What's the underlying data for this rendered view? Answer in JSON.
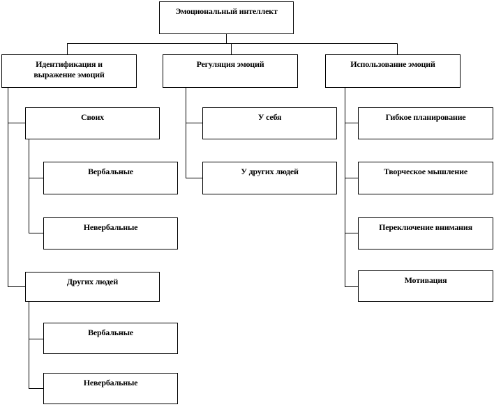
{
  "diagram": {
    "root": {
      "label": "Эмоциональный интеллект"
    },
    "branches": [
      {
        "label_line1": "Идентификация и",
        "label_line2": "выражение эмоций",
        "groups": [
          {
            "label": "Своих",
            "items": [
              "Вербальные",
              "Невербальные"
            ]
          },
          {
            "label": "Других людей",
            "items": [
              "Вербальные",
              "Невербальные"
            ]
          }
        ]
      },
      {
        "label": "Регуляция эмоций",
        "items": [
          "У себя",
          "У других людей"
        ]
      },
      {
        "label": "Использование эмоций",
        "items": [
          "Гибкое планирование",
          "Творческое мышление",
          "Переключение внимания",
          "Мотивация"
        ]
      }
    ]
  }
}
